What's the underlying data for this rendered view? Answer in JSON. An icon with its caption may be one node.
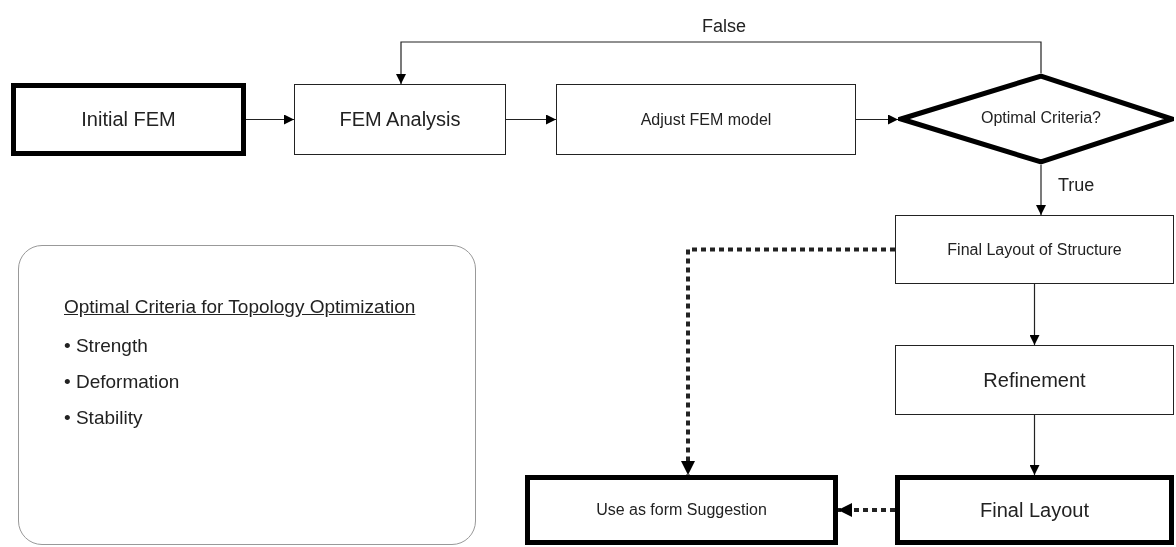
{
  "diagram": {
    "nodes": [
      {
        "text": [
          "Initial FEM"
        ]
      },
      {
        "text": [
          "FEM Analysis"
        ]
      },
      {
        "text": [
          "Adjust FEM model"
        ]
      },
      {
        "text": [
          "Optimal Criteria?"
        ]
      },
      {
        "text": [
          "Final Layout of Structure"
        ]
      },
      {
        "text": [
          "Refinement"
        ]
      },
      {
        "text": [
          "Final Layout"
        ]
      },
      {
        "text": [
          "Use as form Suggestion"
        ]
      },
      {
        "text": [
          "Optimal Criteria for Topology Optimization",
          "• Strength",
          "• Deformation",
          "• Stability"
        ]
      }
    ],
    "edges": [
      {
        "from": 0,
        "to": 1,
        "arrow": "to"
      },
      {
        "from": 1,
        "to": 2,
        "arrow": "to"
      },
      {
        "from": 2,
        "to": 3,
        "arrow": "to"
      },
      {
        "from": 3,
        "to": 1,
        "arrow": "to",
        "label": "False"
      },
      {
        "from": 3,
        "to": 4,
        "arrow": "to",
        "label": "True"
      },
      {
        "from": 4,
        "to": 5,
        "arrow": "to"
      },
      {
        "from": 5,
        "to": 6,
        "arrow": "to"
      },
      {
        "from": 4,
        "to": 7,
        "arrow": "to",
        "style": "dashed"
      },
      {
        "from": 6,
        "to": 7,
        "arrow": "to",
        "style": "dashed"
      }
    ]
  }
}
